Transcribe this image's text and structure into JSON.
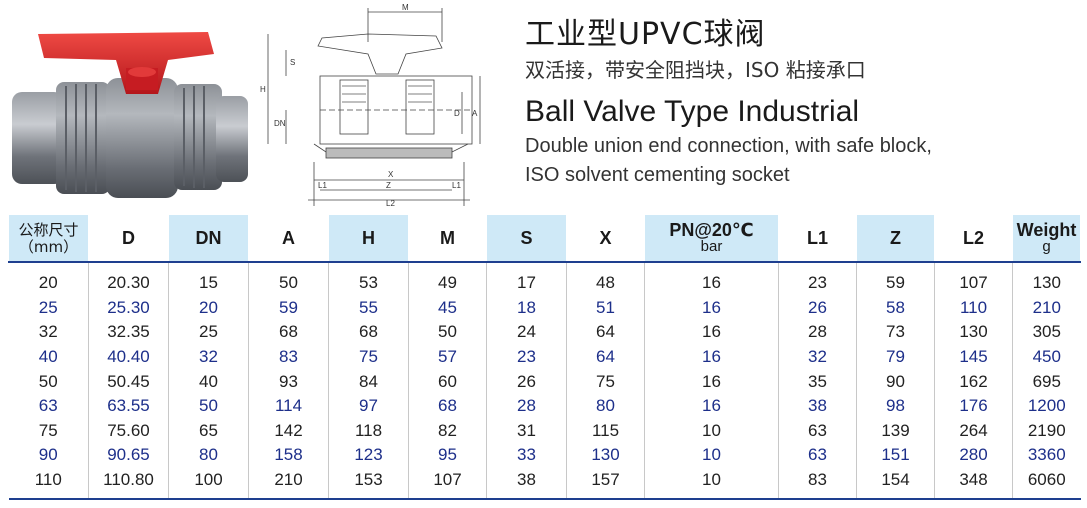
{
  "header": {
    "cn_title": "工业型UPVC球阀",
    "cn_subtitle": "双活接，带安全阻挡块，ISO 粘接承口",
    "en_title": "Ball Valve Type Industrial",
    "en_subtitle_line1": "Double union end connection, with safe block,",
    "en_subtitle_line2": "ISO solvent cementing socket"
  },
  "drawing": {
    "labels": [
      "M",
      "S",
      "H",
      "DN",
      "D",
      "A",
      "X",
      "Z",
      "L1",
      "L1",
      "L2"
    ]
  },
  "colors": {
    "header_blue": "#cfe9f7",
    "rule_blue": "#1e3f8f",
    "alt_row_text": "#1d2f8a",
    "handle_red": "#d8262b",
    "body_grey": "#7d8188"
  },
  "table": {
    "headers": [
      {
        "label": "公称尺寸",
        "sub": "（mm）"
      },
      {
        "label": "D",
        "sub": ""
      },
      {
        "label": "DN",
        "sub": ""
      },
      {
        "label": "A",
        "sub": ""
      },
      {
        "label": "H",
        "sub": ""
      },
      {
        "label": "M",
        "sub": ""
      },
      {
        "label": "S",
        "sub": ""
      },
      {
        "label": "X",
        "sub": ""
      },
      {
        "label": "PN@20℃",
        "sub": "bar"
      },
      {
        "label": "L1",
        "sub": ""
      },
      {
        "label": "Z",
        "sub": ""
      },
      {
        "label": "L2",
        "sub": ""
      },
      {
        "label": "Weight",
        "sub": "g"
      }
    ],
    "rows": [
      [
        "20",
        "20.30",
        "15",
        "50",
        "53",
        "49",
        "17",
        "48",
        "16",
        "23",
        "59",
        "107",
        "130"
      ],
      [
        "25",
        "25.30",
        "20",
        "59",
        "55",
        "45",
        "18",
        "51",
        "16",
        "26",
        "58",
        "110",
        "210"
      ],
      [
        "32",
        "32.35",
        "25",
        "68",
        "68",
        "50",
        "24",
        "64",
        "16",
        "28",
        "73",
        "130",
        "305"
      ],
      [
        "40",
        "40.40",
        "32",
        "83",
        "75",
        "57",
        "23",
        "64",
        "16",
        "32",
        "79",
        "145",
        "450"
      ],
      [
        "50",
        "50.45",
        "40",
        "93",
        "84",
        "60",
        "26",
        "75",
        "16",
        "35",
        "90",
        "162",
        "695"
      ],
      [
        "63",
        "63.55",
        "50",
        "114",
        "97",
        "68",
        "28",
        "80",
        "16",
        "38",
        "98",
        "176",
        "1200"
      ],
      [
        "75",
        "75.60",
        "65",
        "142",
        "118",
        "82",
        "31",
        "115",
        "10",
        "63",
        "139",
        "264",
        "2190"
      ],
      [
        "90",
        "90.65",
        "80",
        "158",
        "123",
        "95",
        "33",
        "130",
        "10",
        "63",
        "151",
        "280",
        "3360"
      ],
      [
        "110",
        "110.80",
        "100",
        "210",
        "153",
        "107",
        "38",
        "157",
        "10",
        "83",
        "154",
        "348",
        "6060"
      ]
    ]
  }
}
